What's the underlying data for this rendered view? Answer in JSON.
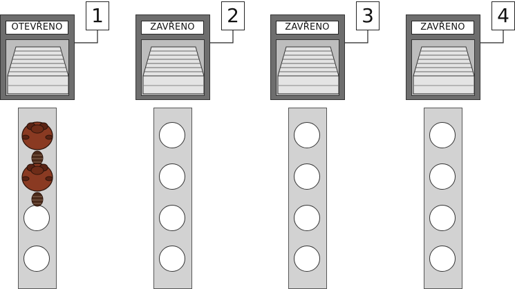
{
  "stations": [
    {
      "number": "1",
      "status": "OTEVŘENO",
      "state": "open",
      "beavers": 2,
      "slots": 4
    },
    {
      "number": "2",
      "status": "ZAVŘENO",
      "state": "closed",
      "beavers": 0,
      "slots": 4
    },
    {
      "number": "3",
      "status": "ZAVŘENO",
      "state": "closed",
      "beavers": 0,
      "slots": 4
    },
    {
      "number": "4",
      "status": "ZAVŘENO",
      "state": "closed",
      "beavers": 0,
      "slots": 4
    }
  ],
  "colors": {
    "gate": "#6e6e6e",
    "track": "#d2d2d2",
    "beaver": "#8a3a22",
    "beaver_tail": "#4a2a1a"
  }
}
